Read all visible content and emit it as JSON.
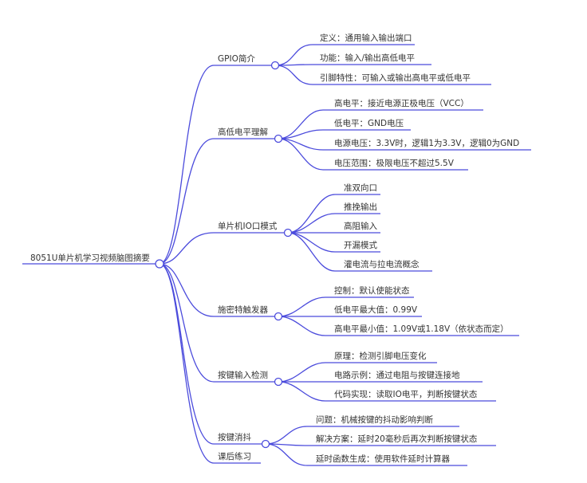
{
  "mindmap": {
    "root": "8051U单片机学习视频脑图摘要",
    "branches": [
      {
        "label": "GPIO简介",
        "collapsible": true,
        "children": [
          "定义：通用输入输出端口",
          "功能：输入/输出高低电平",
          "引脚特性：可输入或输出高电平或低电平"
        ]
      },
      {
        "label": "高低电平理解",
        "collapsible": true,
        "children": [
          "高电平：接近电源正极电压（VCC）",
          "低电平：GND电压",
          "电源电压：3.3V时，逻辑1为3.3V，逻辑0为GND",
          "电压范围：极限电压不超过5.5V"
        ]
      },
      {
        "label": "单片机IO口模式",
        "collapsible": true,
        "children": [
          "准双向口",
          "推挽输出",
          "高阻输入",
          "开漏模式",
          "灌电流与拉电流概念"
        ]
      },
      {
        "label": "施密特触发器",
        "collapsible": true,
        "children": [
          "控制：默认使能状态",
          "低电平最大值：0.99V",
          "高电平最小值：1.09V或1.18V（依状态而定）"
        ]
      },
      {
        "label": "按键输入检测",
        "collapsible": true,
        "children": [
          "原理：检测引脚电压变化",
          "电路示例：通过电阻与按键连接地",
          "代码实现：读取IO电平，判断按键状态"
        ]
      },
      {
        "label": "按键消抖",
        "collapsible": true,
        "children": [
          "问题：机械按键的抖动影响判断",
          "解决方案：延时20毫秒后再次判断按键状态",
          "延时函数生成：使用软件延时计算器"
        ]
      },
      {
        "label": "课后练习",
        "collapsible": false,
        "children": []
      }
    ]
  },
  "colors": {
    "line": "#4b4bdc",
    "text": "#333333",
    "background": "#ffffff"
  }
}
